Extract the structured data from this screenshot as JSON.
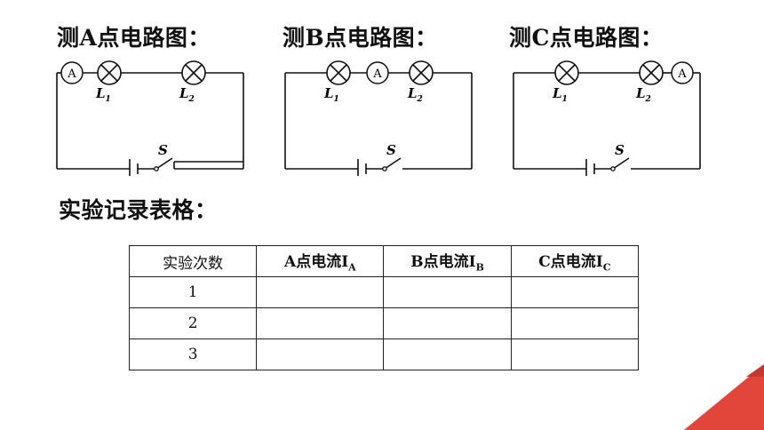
{
  "headings": {
    "circuit_a": "测A点电路图：",
    "circuit_b": "测B点电路图：",
    "circuit_c": "测C点电路图：",
    "table_title": "实验记录表格："
  },
  "circuit_labels": {
    "ammeter": "A",
    "lamp1": "L",
    "lamp1_sub": "1",
    "lamp2": "L",
    "lamp2_sub": "2",
    "switch": "S"
  },
  "table": {
    "headers": [
      {
        "text": "实验次数",
        "sub": ""
      },
      {
        "text": "A点电流I",
        "sub": "A"
      },
      {
        "text": "B点电流I",
        "sub": "B"
      },
      {
        "text": "C点电流I",
        "sub": "C"
      }
    ],
    "rows": [
      [
        "1",
        "",
        "",
        ""
      ],
      [
        "2",
        "",
        "",
        ""
      ],
      [
        "3",
        "",
        "",
        ""
      ]
    ]
  },
  "colors": {
    "corner_accent": "#e2453a",
    "corner_accent_dark": "#c4392f"
  }
}
